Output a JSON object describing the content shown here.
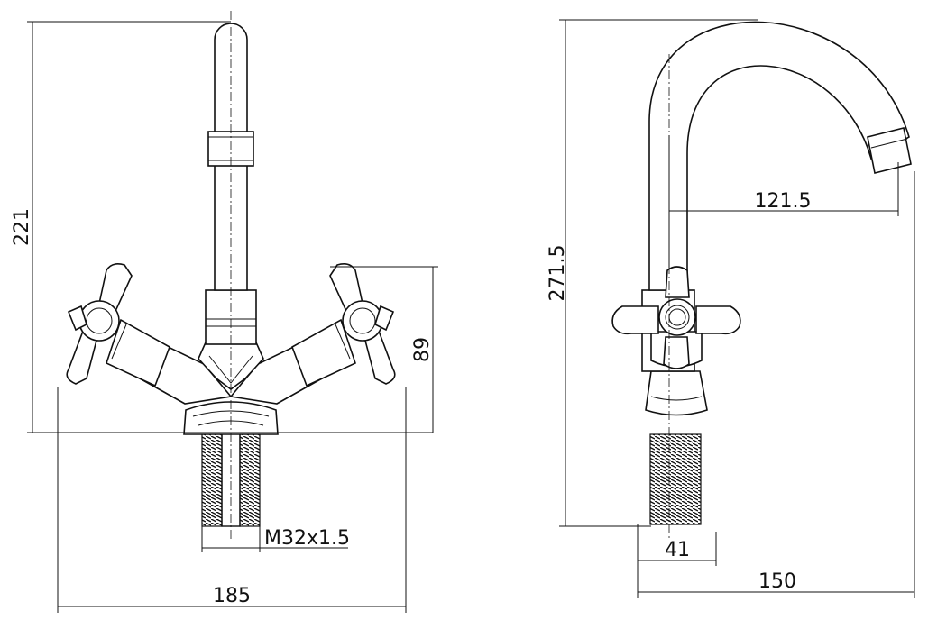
{
  "dimensions": {
    "front_height": "221",
    "front_handle_height": "89",
    "front_width": "185",
    "thread": "M32x1.5",
    "side_height": "271.5",
    "side_reach": "121.5",
    "side_base": "41",
    "side_depth": "150"
  }
}
